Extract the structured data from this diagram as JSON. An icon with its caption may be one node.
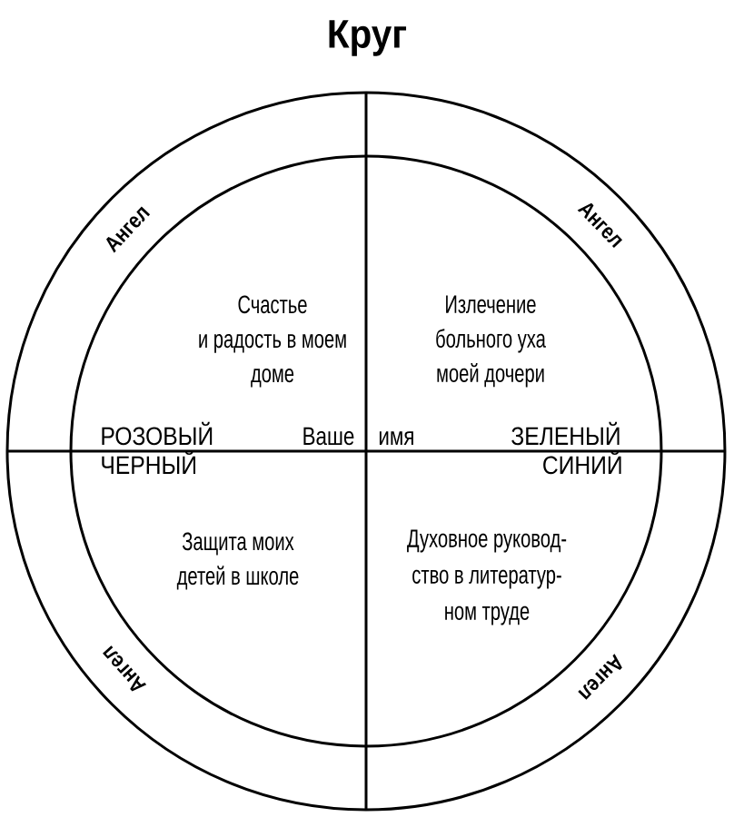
{
  "diagram": {
    "title": "Круг",
    "nodes": [
      {
        "text": [
          "Ангел",
          "Ангел",
          "Ангел",
          "Ангел"
        ]
      },
      {
        "text": [
          "Счастье и радость в моем доме",
          "Излечение больного уха моей дочери",
          "РОЗОВЫЙ",
          "Ваше имя",
          "ЗЕЛЕНЫЙ",
          "ЧЕРНЫЙ",
          "СИНИЙ",
          "Защита моих детей в школе",
          "Духовное руковод- ство в литератур- ном труде"
        ],
        "in": 0
      }
    ]
  }
}
